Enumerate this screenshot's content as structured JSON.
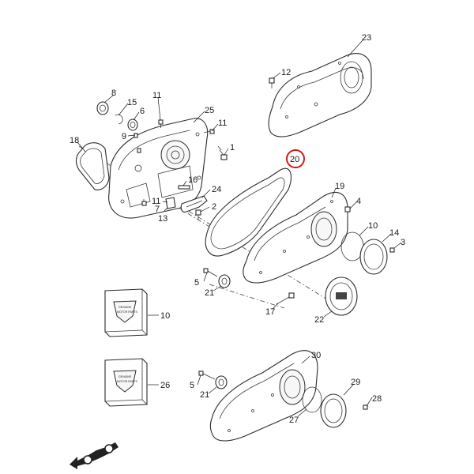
{
  "diagram": {
    "highlight_color": "#d11a1a",
    "highlighted_part": "20",
    "callouts": {
      "c1": "1",
      "c2": "2",
      "c3": "3",
      "c4": "4",
      "c5a": "5",
      "c5b": "5",
      "c6": "6",
      "c7": "7",
      "c8": "8",
      "c9": "9",
      "c10a": "10",
      "c10b": "10",
      "c11a": "11",
      "c11b": "11",
      "c11c": "11",
      "c12": "12",
      "c13": "13",
      "c14": "14",
      "c15": "15",
      "c16": "16",
      "c17": "17",
      "c18": "18",
      "c19": "19",
      "c20": "20",
      "c21a": "21",
      "c21b": "21",
      "c22": "22",
      "c23": "23",
      "c24": "24",
      "c25": "25",
      "c26": "26",
      "c27": "27",
      "c28": "28",
      "c29": "29",
      "c30": "30"
    },
    "package_label_lines": [
      "GENUINE",
      "MOTOR PARTS"
    ],
    "direction_icon": "motorcycle-front-arrow-icon"
  }
}
